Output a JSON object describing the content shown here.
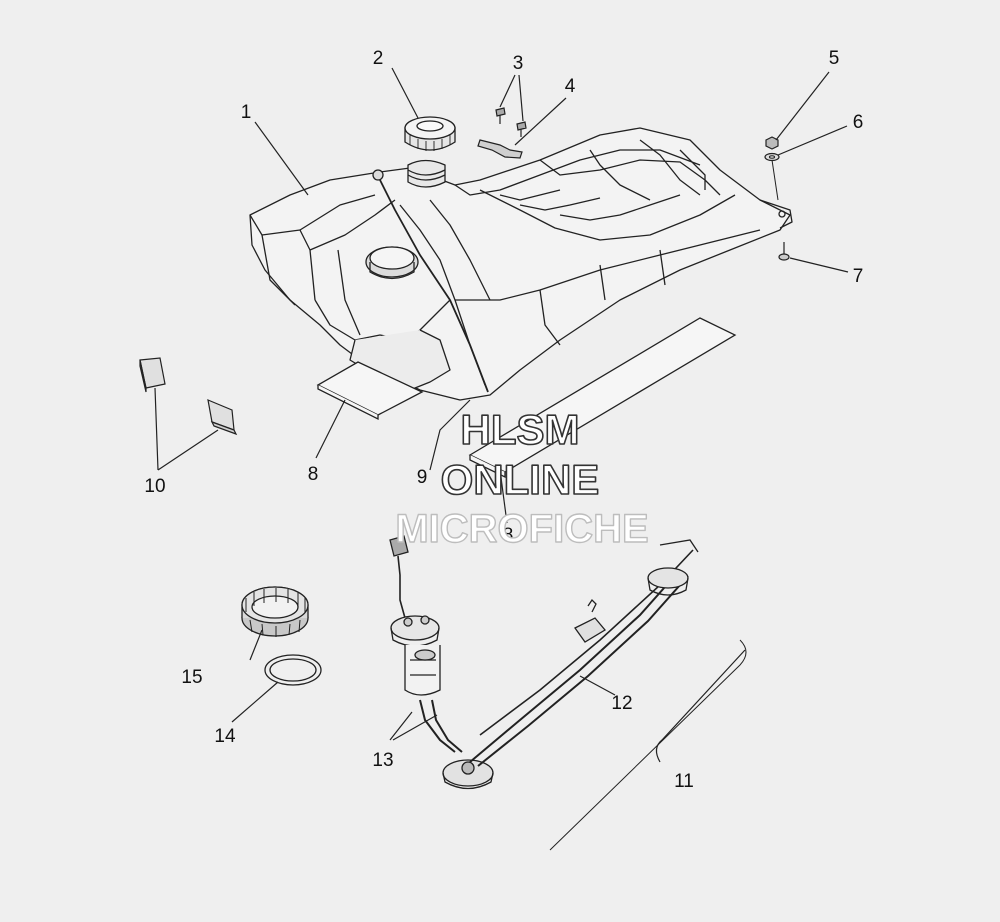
{
  "diagram": {
    "callouts": {
      "c1": "1",
      "c2": "2",
      "c3": "3",
      "c4": "4",
      "c5": "5",
      "c6": "6",
      "c7": "7",
      "c8a": "8",
      "c8b": "8",
      "c9": "9",
      "c10": "10",
      "c11": "11",
      "c12": "12",
      "c13": "13",
      "c14": "14",
      "c15": "15"
    },
    "watermark": {
      "line1": "HLSM",
      "line2": "ONLINE",
      "line3": "MICROFICHE"
    }
  }
}
